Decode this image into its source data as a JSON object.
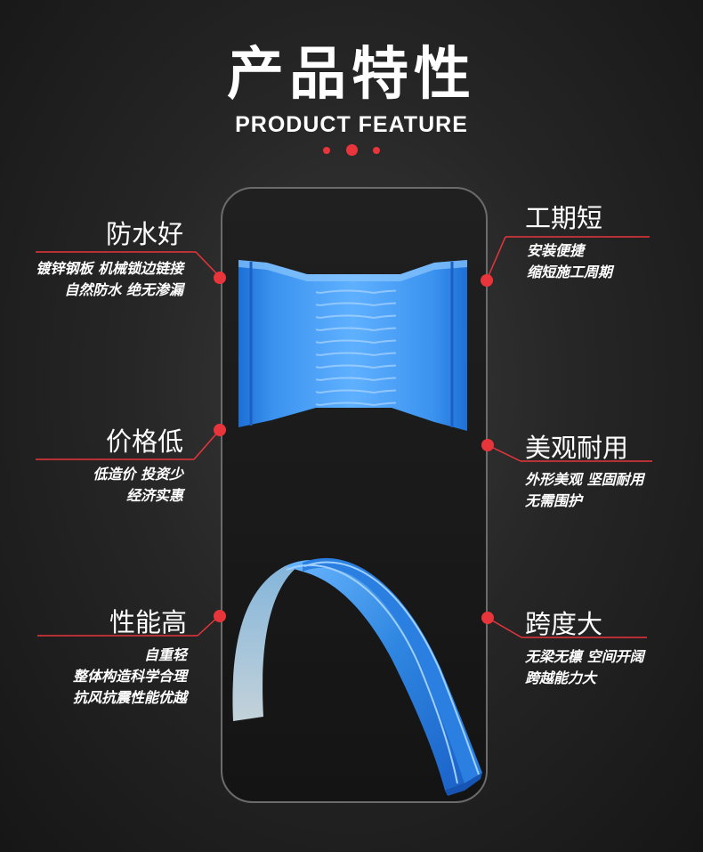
{
  "header": {
    "title": "产品特性",
    "subtitle": "PRODUCT FEATURE"
  },
  "colors": {
    "accent": "#e8353b",
    "panel_blue": "#2f86e0",
    "background": "#1e1e1e"
  },
  "features": {
    "waterproof": {
      "title": "防水好",
      "lines": [
        "镀锌钢板 机械锁边链接",
        "自然防水 绝无渗漏"
      ]
    },
    "short_period": {
      "title": "工期短",
      "lines": [
        "安装便捷",
        "缩短施工周期"
      ]
    },
    "low_price": {
      "title": "价格低",
      "lines": [
        "低造价 投资少",
        "经济实惠"
      ]
    },
    "durable": {
      "title": "美观耐用",
      "lines": [
        "外形美观 坚固耐用",
        "无需围护"
      ]
    },
    "performance": {
      "title": "性能高",
      "lines": [
        "自重轻",
        "整体构造科学合理",
        "抗风抗震性能优越"
      ]
    },
    "large_span": {
      "title": "跨度大",
      "lines": [
        "无梁无檩 空间开阔",
        "跨越能力大"
      ]
    }
  }
}
